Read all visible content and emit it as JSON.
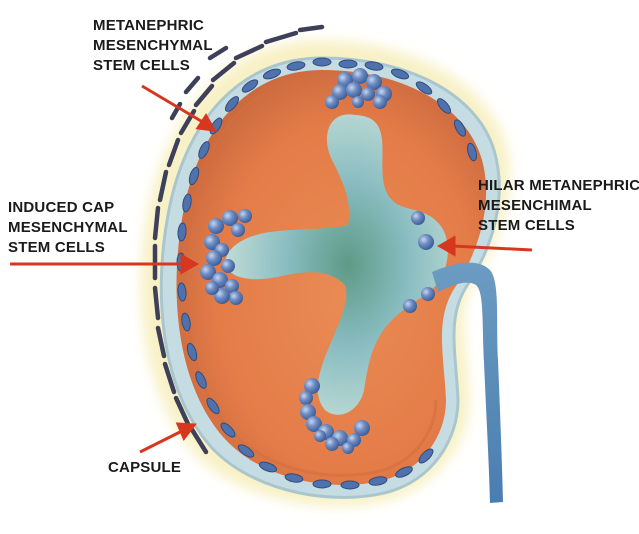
{
  "labels": {
    "metanephric": [
      "METANEPHRIC",
      "MESENCHYMAL",
      "STEM CELLS"
    ],
    "induced_cap": [
      "INDUCED CAP",
      "MESENCHYMAL",
      "STEM CELLS"
    ],
    "hilar": [
      "HILAR METANEPHRIC",
      "MESENCHIMAL",
      "STEM CELLS"
    ],
    "capsule": [
      "CAPSULE"
    ]
  },
  "colors": {
    "arrow": "#d7371f",
    "kidney": "#e88a55",
    "capsule_halo": "#f7efc0",
    "ureteric_tree": "#8ec3c9",
    "stem_cell": "#5f7fb5"
  }
}
